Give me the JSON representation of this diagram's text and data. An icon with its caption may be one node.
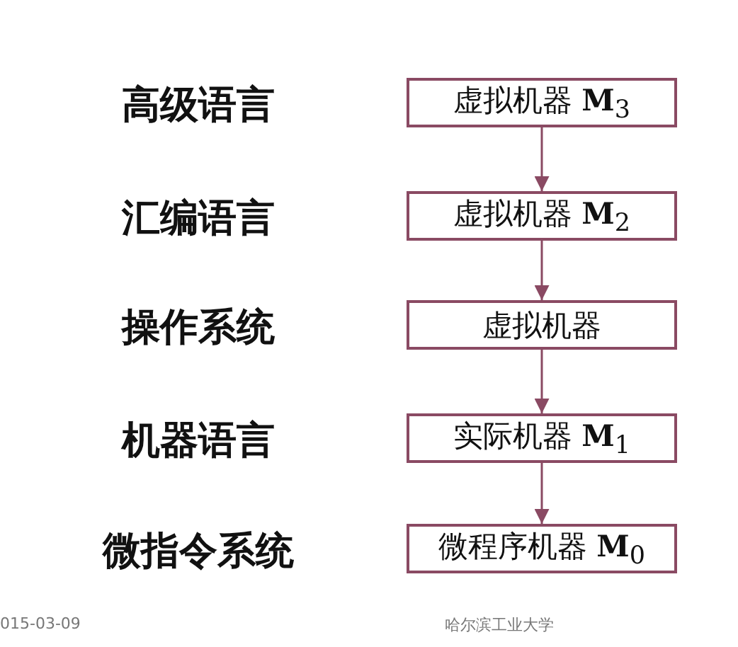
{
  "diagram": {
    "nodes": [
      {
        "text": [
          "虚拟机器 **M**$_{3}$"
        ]
      },
      {
        "text": [
          "虚拟机器 **M**$_{2}$"
        ]
      },
      {
        "text": [
          "虚拟机器"
        ]
      },
      {
        "text": [
          "实际机器 **M**$_{1}$"
        ]
      },
      {
        "text": [
          "微程序机器 **M**$_{0}$"
        ]
      }
    ],
    "edges": [
      {
        "from": 0,
        "to": 1,
        "arrow": "to"
      },
      {
        "from": 1,
        "to": 2,
        "arrow": "to"
      },
      {
        "from": 2,
        "to": 3,
        "arrow": "to"
      },
      {
        "from": 3,
        "to": 4,
        "arrow": "to"
      }
    ],
    "labels": [
      "高级语言",
      "汇编语言",
      "操作系统",
      "机器语言",
      "微指令系统",
      "015-03-09",
      "哈尔滨工业大学"
    ]
  }
}
